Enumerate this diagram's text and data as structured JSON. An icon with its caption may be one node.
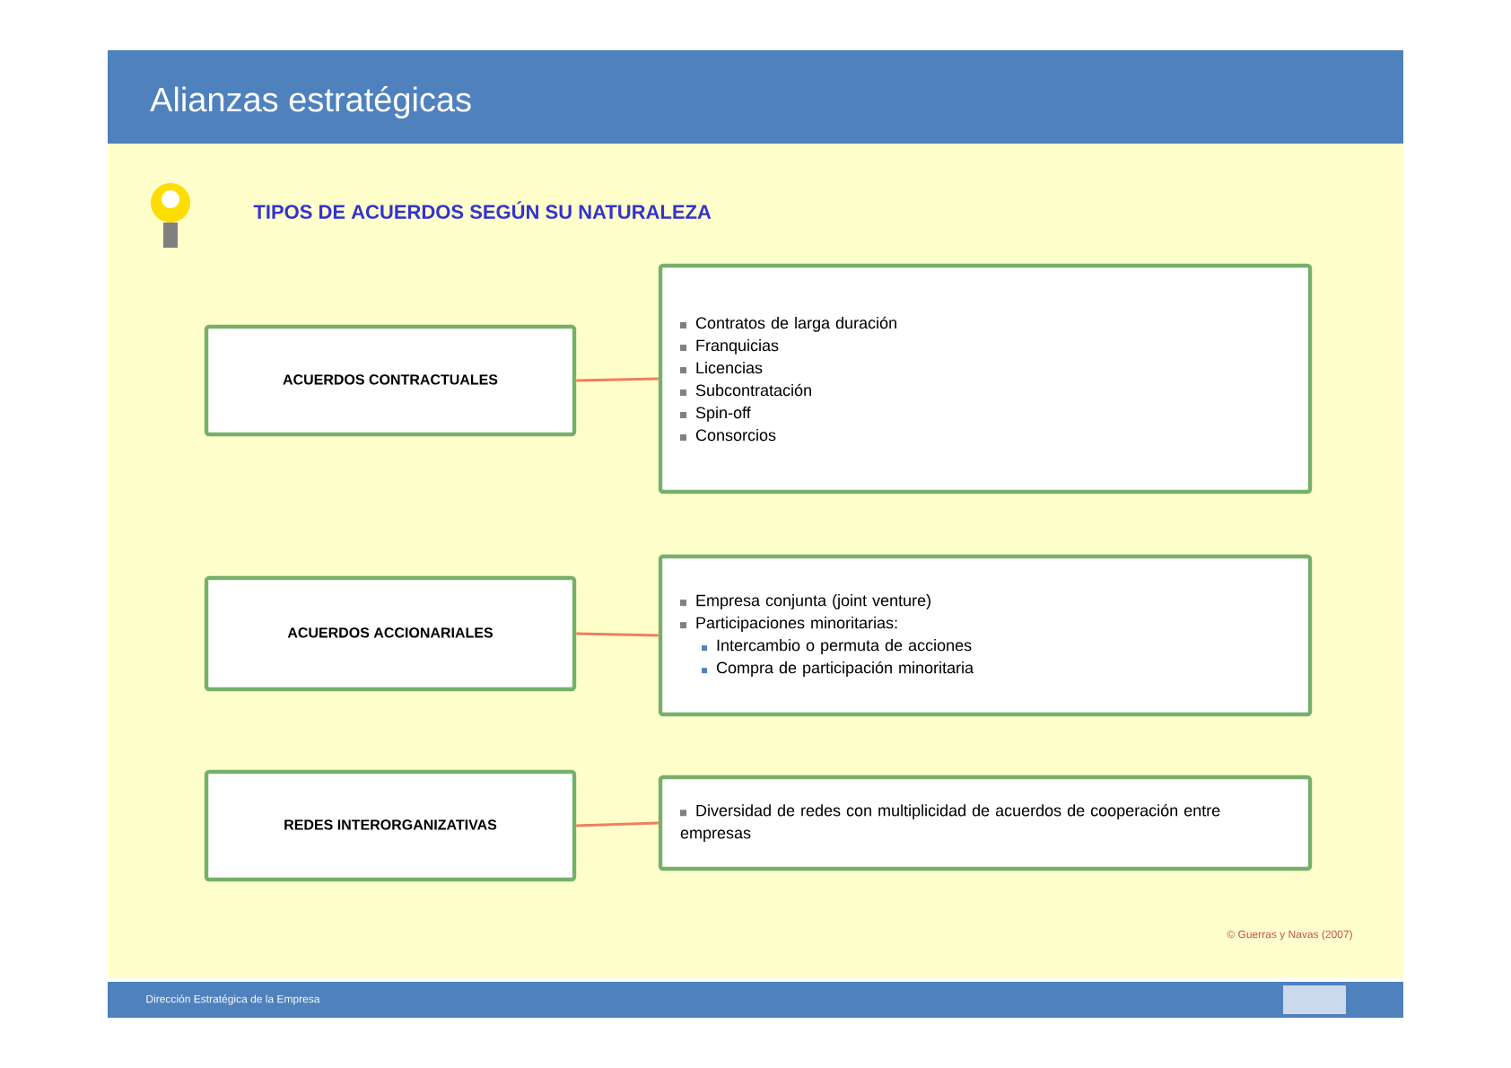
{
  "diagram": {
    "title": "Alianzas estratégicas",
    "nodes": [
      {
        "text": [
          "ACUERDOS CONTRACTUALES"
        ]
      },
      {
        "text": [
          "Contratos de larga duración",
          "Franquicias",
          "Licencias",
          "Subcontratación",
          "Spin-off",
          "Consorcios"
        ]
      },
      {
        "text": [
          "ACUERDOS ACCIONARIALES"
        ]
      },
      {
        "text": [
          "Empresa conjunta (joint venture)",
          "Participaciones minoritarias:",
          "Intercambio o permuta de acciones",
          "Compra de participación minoritaria"
        ]
      },
      {
        "text": [
          "REDES INTERORGANIZATIVAS"
        ]
      },
      {
        "text": [
          "Diversidad de redes con multiplicidad de acuerdos de cooperación entre empresas"
        ]
      }
    ],
    "edges": [
      {
        "from": 0,
        "to": 1,
        "arrow": "none"
      },
      {
        "from": 2,
        "to": 3,
        "arrow": "none"
      },
      {
        "from": 4,
        "to": 5,
        "arrow": "none"
      }
    ],
    "labels": [
      "TIPOS DE ACUERDOS SEGÚN SU NATURALEZA",
      "© Guerras y Navas (2007)",
      "Dirección Estratégica de la Empresa"
    ]
  }
}
